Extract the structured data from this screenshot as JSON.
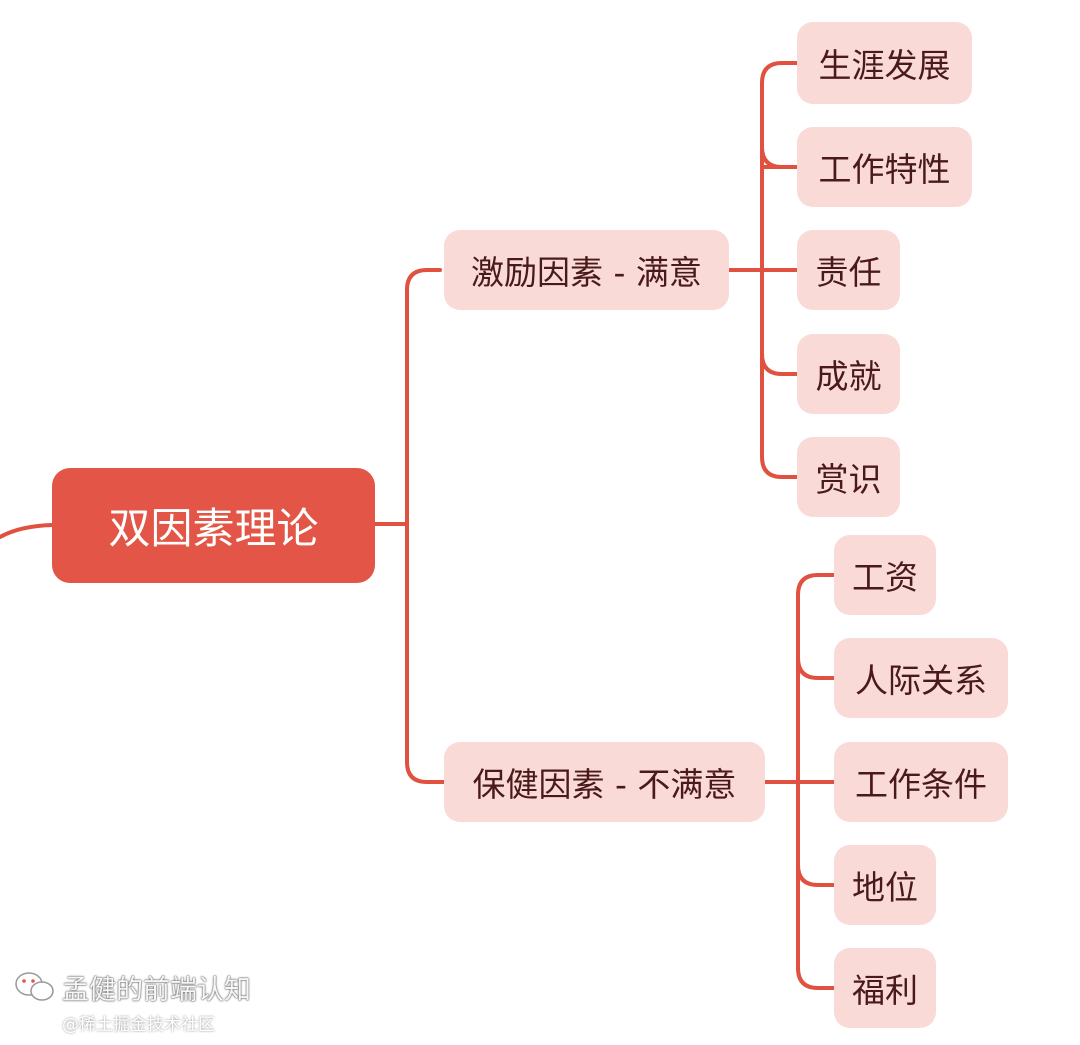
{
  "root": {
    "label": "双因素理论"
  },
  "branches": [
    {
      "label": "激励因素 - 满意",
      "children": [
        "生涯发展",
        "工作特性",
        "责任",
        "成就",
        "赏识"
      ]
    },
    {
      "label": "保健因素 - 不满意",
      "children": [
        "工资",
        "人际关系",
        "工作条件",
        "地位",
        "福利"
      ]
    }
  ],
  "watermark": {
    "title": "孟健的前端认知",
    "source": "@稀土掘金技术社区"
  },
  "colors": {
    "root": "#e35546",
    "node": "#f9dad7",
    "line": "#e0513f",
    "text": "#4a1a1a"
  }
}
